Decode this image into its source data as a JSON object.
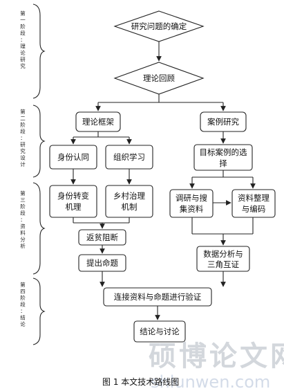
{
  "stages": [
    {
      "chars": [
        "第",
        "一",
        "阶",
        "段",
        "：",
        "理",
        "论",
        "研",
        "究"
      ]
    },
    {
      "chars": [
        "第",
        "二",
        "阶",
        "段",
        "：",
        "研",
        "究",
        "设",
        "计"
      ]
    },
    {
      "chars": [
        "第",
        "三",
        "阶",
        "段",
        "：",
        "资",
        "料",
        "分",
        "析"
      ]
    },
    {
      "chars": [
        "第",
        "四",
        "阶",
        "段",
        "：",
        "结",
        "论"
      ]
    }
  ],
  "nodes": {
    "research_question": "研究问题的确定",
    "theory_review": "理论回顾",
    "theoretical_framework": "理论框架",
    "case_study": "案例研究",
    "identity_recognition": "身份认同",
    "organizational_learning": "组织学习",
    "target_case_line1": "目标案例的选",
    "target_case_line2": "择",
    "identity_change_line1": "身份转变",
    "identity_change_line2": "机理",
    "village_governance_line1": "乡村治理",
    "village_governance_line2": "机制",
    "investigate_line1": "调研与搜",
    "investigate_line2": "集资料",
    "organize_line1": "资料整理",
    "organize_line2": "与编码",
    "return_poverty": "返贫阻断",
    "data_analysis_line1": "数据分析与",
    "data_analysis_line2": "三角互证",
    "propose": "提出命题",
    "verify": "连接资料与命题进行验证",
    "conclusion": "结论与讨论"
  },
  "caption": "图 1  本文技术路线图",
  "watermark": {
    "main": "硕博论文网",
    "url": "shlunwen.com"
  }
}
